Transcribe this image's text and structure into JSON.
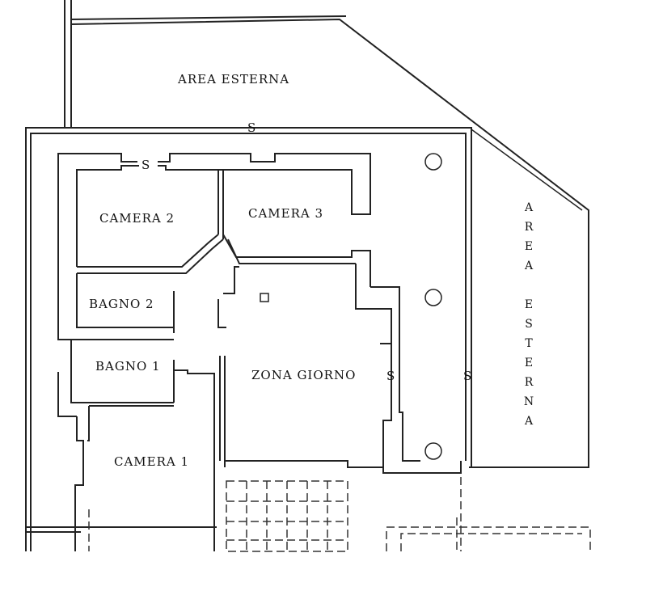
{
  "rooms": {
    "area_esterna_top": "AREA ESTERNA",
    "area_esterna_side": [
      "A",
      "R",
      "E",
      "A",
      "",
      "E",
      "S",
      "T",
      "E",
      "R",
      "N",
      "A"
    ],
    "camera_1": "CAMERA 1",
    "camera_2": "CAMERA 2",
    "camera_3": "CAMERA 3",
    "bagno_1": "BAGNO 1",
    "bagno_2": "BAGNO 2",
    "zona_giorno": "ZONA GIORNO"
  },
  "symbols": {
    "s_marker": "S"
  },
  "colors": {
    "line": "#222222",
    "background": "#ffffff"
  }
}
